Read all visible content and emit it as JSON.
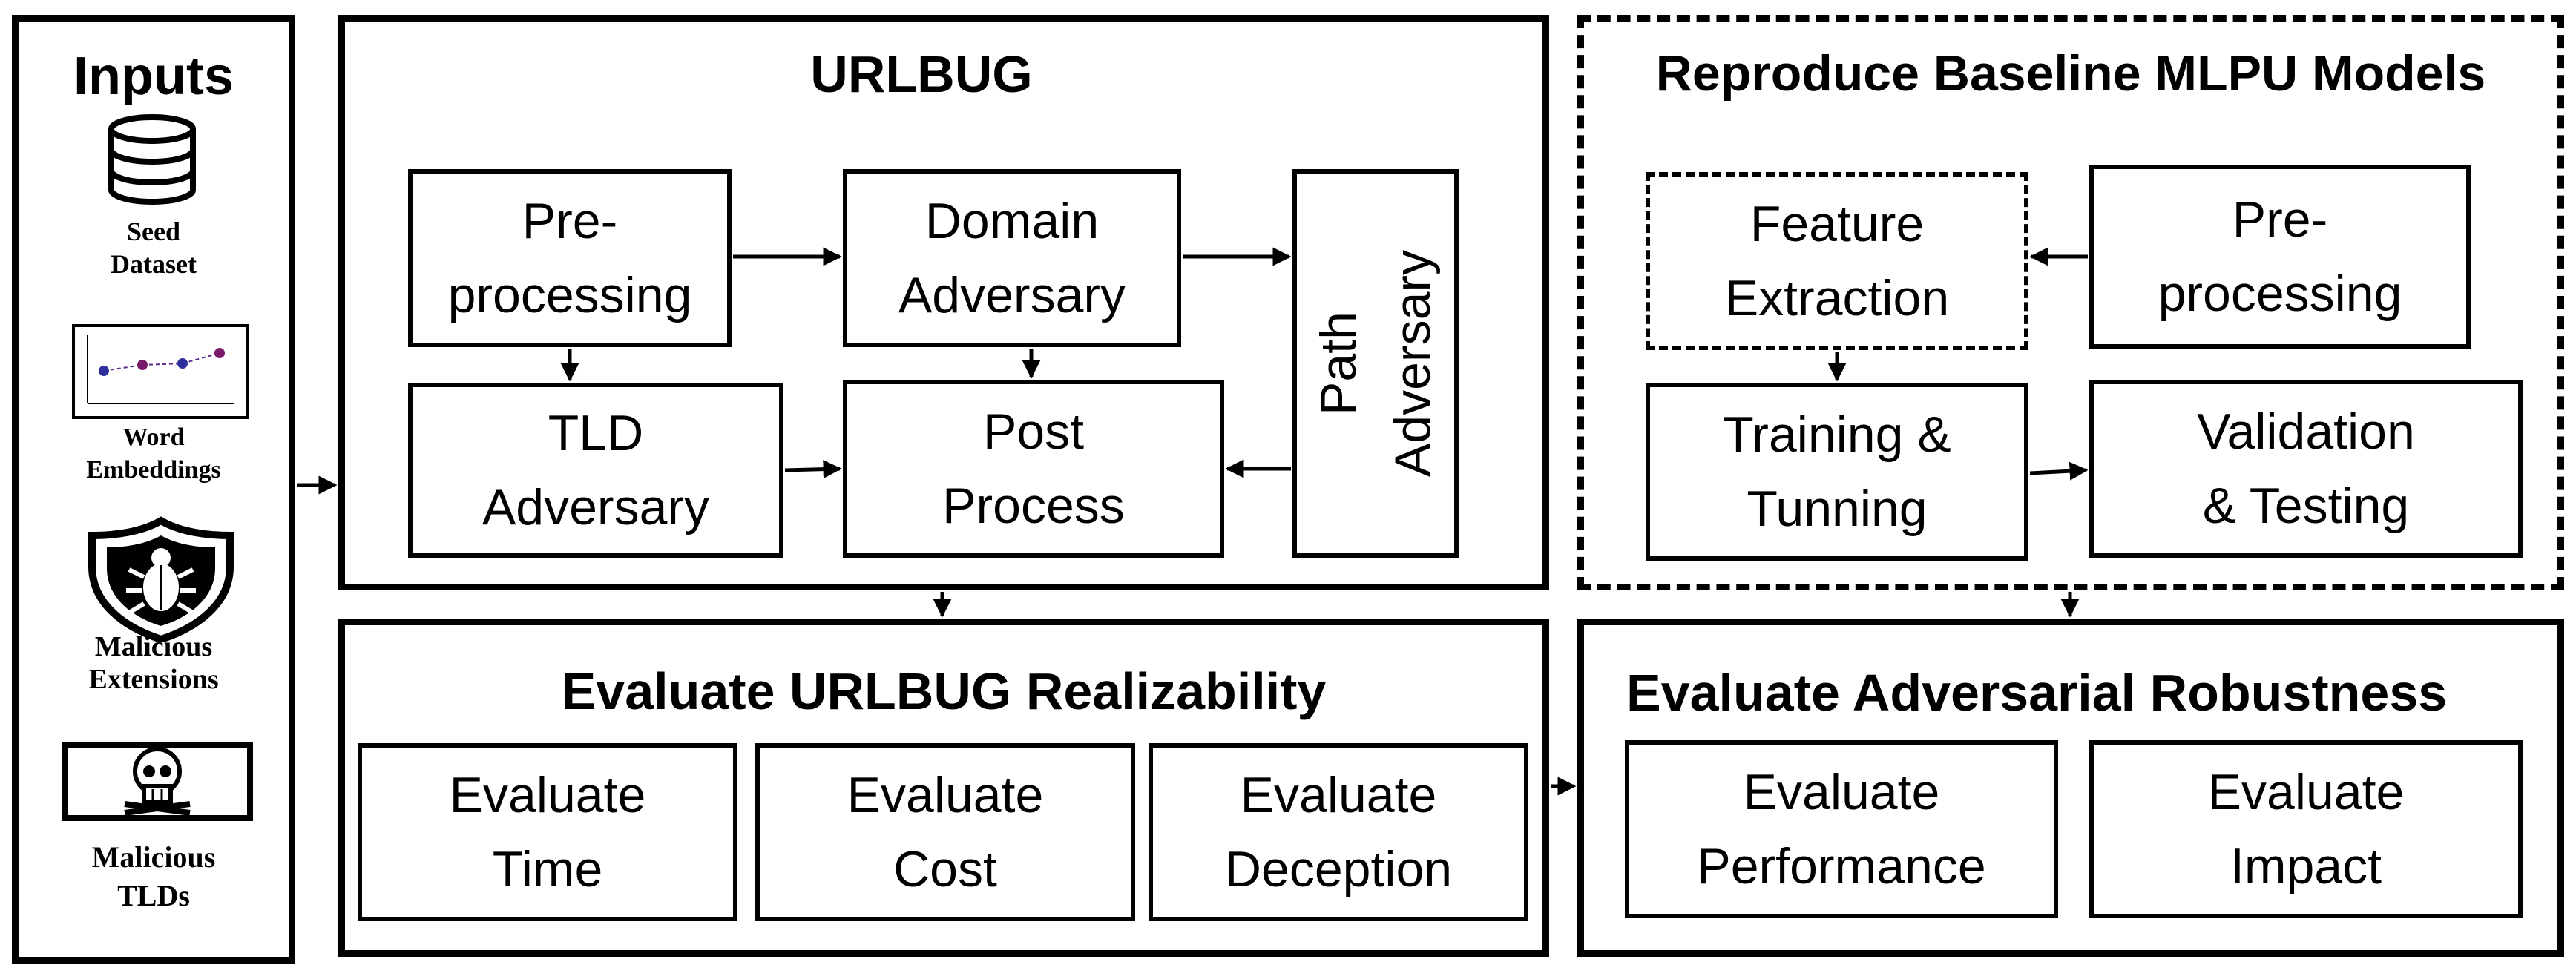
{
  "inputs": {
    "title": "Inputs",
    "items": [
      {
        "label": "Seed\nDataset",
        "icon": "database-icon"
      },
      {
        "label": "Word\nEmbeddings",
        "icon": "word-embeddings-plot-icon"
      },
      {
        "label": "Malicious\nExtensions",
        "icon": "shield-bug-icon"
      },
      {
        "label": "Malicious\nTLDs",
        "icon": "monitor-skull-icon"
      }
    ]
  },
  "urlbug": {
    "title": "URLBUG",
    "preprocessing": "Pre-\nprocessing",
    "domain_adversary": "Domain\nAdversary",
    "path_adversary": "Path\nAdversary",
    "tld_adversary": "TLD\nAdversary",
    "post_process": "Post\nProcess"
  },
  "baseline": {
    "title": "Reproduce Baseline MLPU Models",
    "feature_extraction": "Feature\nExtraction",
    "preprocessing": "Pre-\nprocessing",
    "training": "Training &\nTunning",
    "validation": "Validation\n& Testing"
  },
  "realizability": {
    "title": "Evaluate URLBUG Realizability",
    "time": "Evaluate\nTime",
    "cost": "Evaluate\nCost",
    "deception": "Evaluate\nDeception"
  },
  "robustness": {
    "title": "Evaluate Adversarial Robustness",
    "performance": "Evaluate\nPerformance",
    "impact": "Evaluate\nImpact"
  }
}
